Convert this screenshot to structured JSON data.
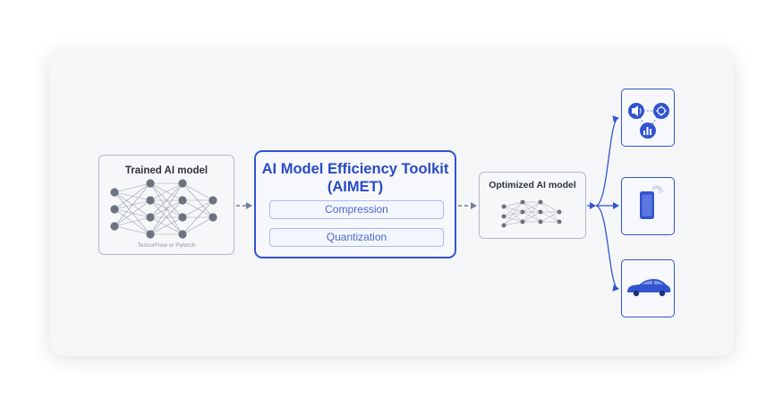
{
  "trained_model": {
    "title": "Trained AI model",
    "subtitle": "TensorFlow or Pytorch"
  },
  "aimet": {
    "title_line1": "AI Model Efficiency Toolkit",
    "title_line2": "(AIMET)",
    "compression_label": "Compression",
    "quantization_label": "Quantization"
  },
  "optimized_model": {
    "title": "Optimized AI model"
  },
  "devices": [
    {
      "name": "iot-devices",
      "icon": "speaker-chip-chart-cluster-icon"
    },
    {
      "name": "smartphone",
      "icon": "smartphone-icon"
    },
    {
      "name": "car",
      "icon": "car-icon"
    }
  ],
  "colors": {
    "accent": "#3254cf",
    "node": "#6b7380",
    "border_gray": "#b3bac6"
  }
}
